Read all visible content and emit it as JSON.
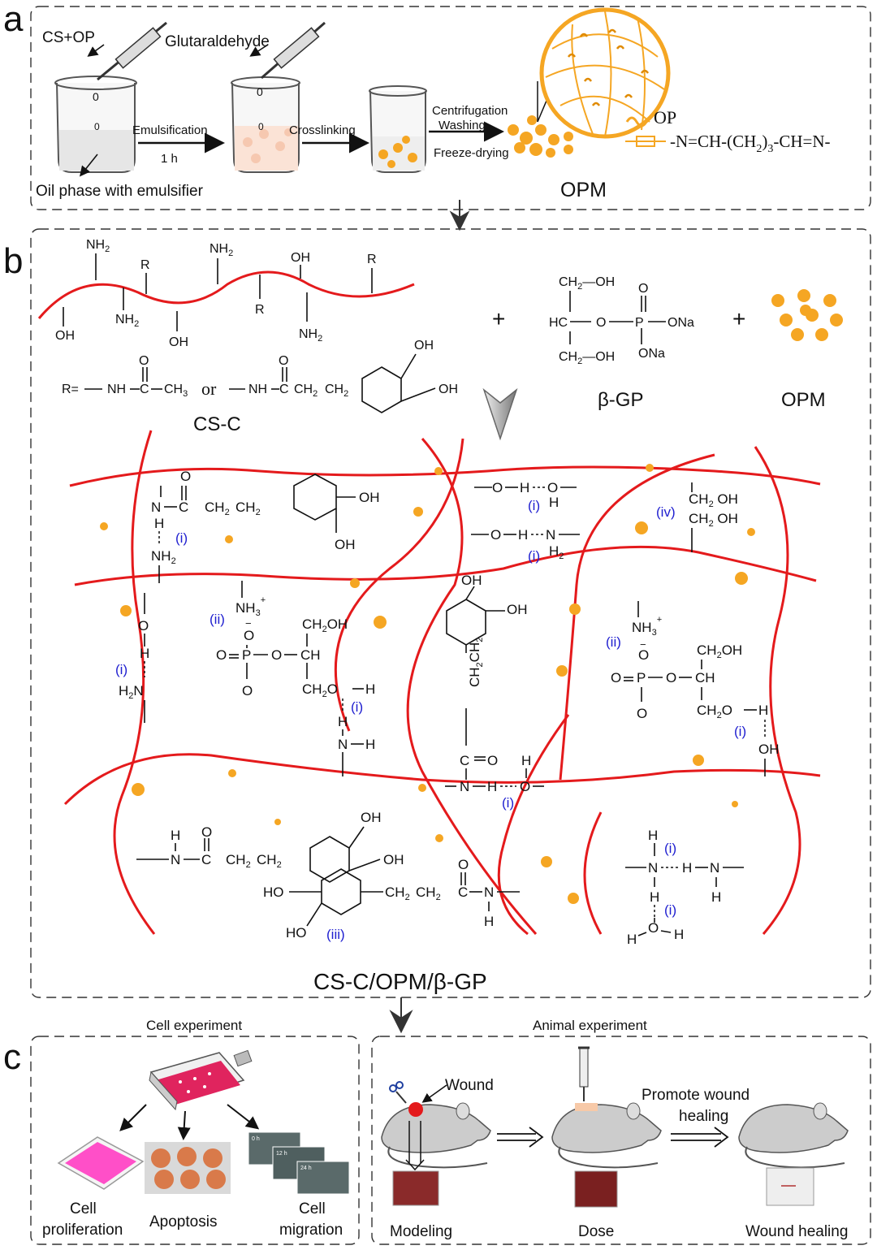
{
  "panel_a": {
    "letter": "a",
    "cs_op": "CS+OP",
    "glutaraldehyde": "Glutaraldehyde",
    "emulsification": "Emulsification",
    "one_hour": "1 h",
    "crosslinking": "Crosslinking",
    "centrifugation": "Centrifugation",
    "washing": "Washing",
    "freeze_drying": "Freeze-drying",
    "oil_phase": "Oil phase with emulsifier",
    "op_legend": "OP",
    "linker_legend": "-N=CH-(CH",
    "linker_sub": "2",
    "linker_tail": ")",
    "linker_sub2": "3",
    "linker_end": "-CH=N-",
    "opm_label": "OPM"
  },
  "panel_b": {
    "letter": "b",
    "cs_c_label": "CS-C",
    "bgp_label": "β-GP",
    "opm_label": "OPM",
    "r_def": "R=",
    "or_text": "or",
    "plus": "+",
    "product_label": "CS-C/OPM/β-GP",
    "interaction_i": "(i)",
    "interaction_ii": "(ii)",
    "interaction_iii": "(iii)",
    "interaction_iv": "(iv)"
  },
  "panel_c": {
    "letter": "c",
    "cell_title": "Cell experiment",
    "animal_title": "Animal experiment",
    "cell_proliferation_1": "Cell",
    "cell_proliferation_2": "proliferation",
    "apoptosis": "Apoptosis",
    "cell_migration_1": "Cell",
    "cell_migration_2": "migration",
    "wound": "Wound",
    "promote_1": "Promote wound",
    "promote_2": "healing",
    "modeling": "Modeling",
    "dose": "Dose",
    "wound_healing": "Wound healing",
    "time_0": "0 h",
    "time_12": "12 h",
    "time_24": "24 h"
  },
  "colors": {
    "chain": "#e41a1c",
    "particle": "#f5a623",
    "label_blue": "#2020d0",
    "dashed_frame": "#333333"
  }
}
